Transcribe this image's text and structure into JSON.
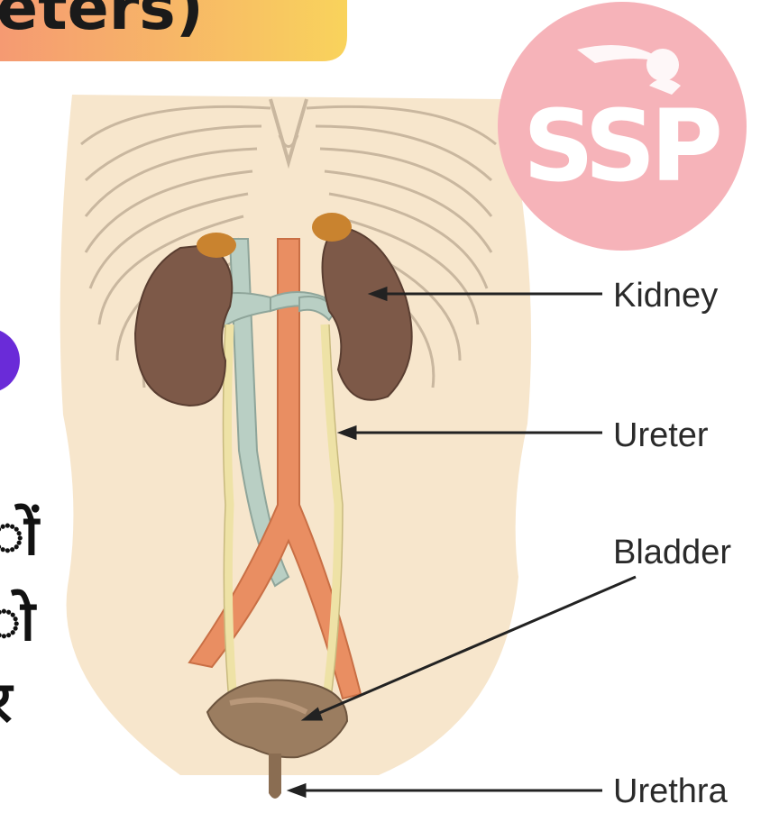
{
  "banner": {
    "text": "eters)"
  },
  "logo": {
    "text": "SSP"
  },
  "side_text": {
    "lines": [
      "ों",
      "ो",
      "र"
    ]
  },
  "labels": {
    "kidney": "Kidney",
    "ureter": "Ureter",
    "bladder": "Bladder",
    "urethra": "Urethra"
  },
  "colors": {
    "banner_left": "#f7a46e",
    "banner_right": "#f9d25d",
    "logo_circle": "#f6b3b9",
    "body_skin": "#f7e7cf",
    "kidney": "#7d5948",
    "adrenal": "#c9832f",
    "aorta": "#e98e62",
    "vein": "#b9cfc4",
    "bladder": "#9b7d60",
    "purple_dot": "#6a2bd8"
  }
}
